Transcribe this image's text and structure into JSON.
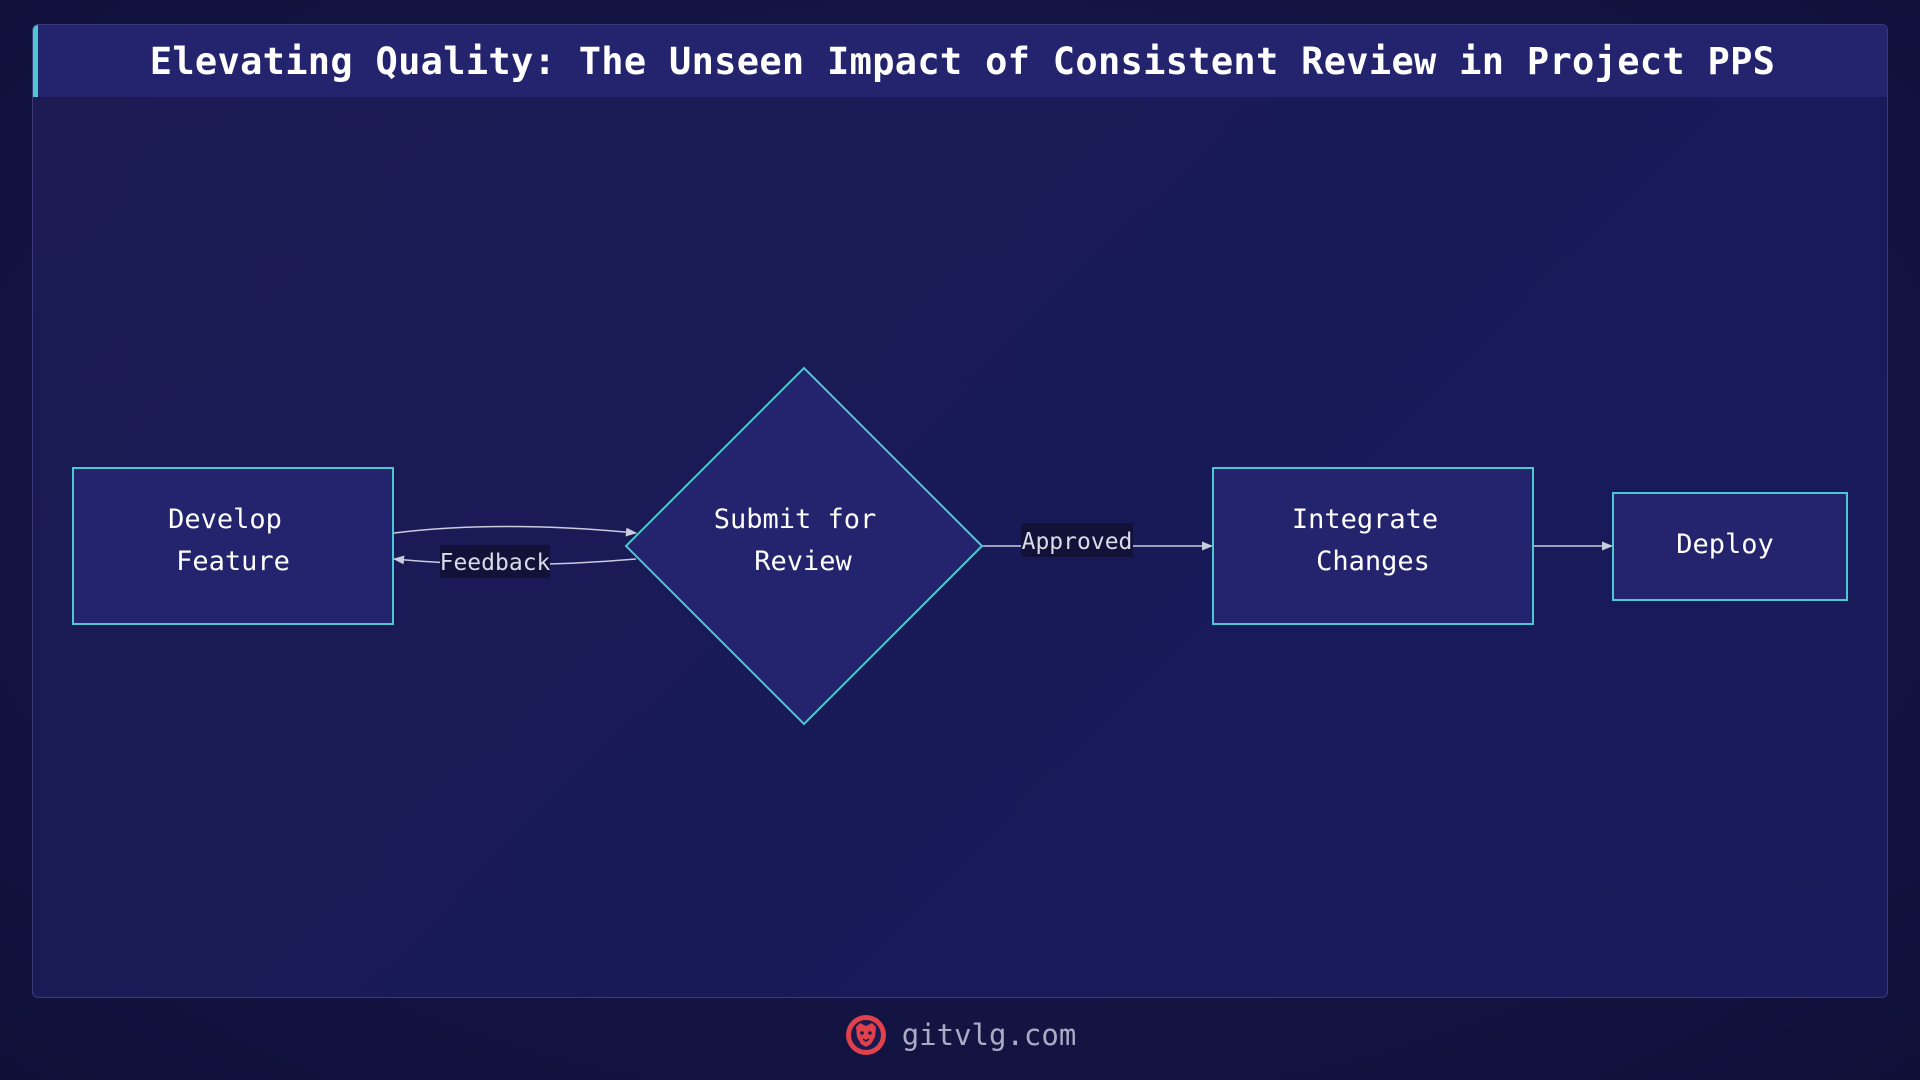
{
  "title": "Elevating Quality: The Unseen Impact of Consistent Review in Project PPS",
  "nodes": {
    "develop": [
      "Develop",
      "Feature"
    ],
    "review": [
      "Submit for",
      "Review"
    ],
    "integrate": [
      "Integrate",
      "Changes"
    ],
    "deploy": [
      "Deploy"
    ]
  },
  "edges": {
    "feedback": "Feedback",
    "approved": "Approved"
  },
  "footer": {
    "site": "gitvlg.com",
    "logo_icon": "lion-head-icon"
  },
  "colors": {
    "node_fill": "#23236e",
    "node_stroke": "#4cc9d0",
    "edge": "#c9ccdd",
    "accent": "#4cc9d0",
    "logo": "#e0414b"
  }
}
